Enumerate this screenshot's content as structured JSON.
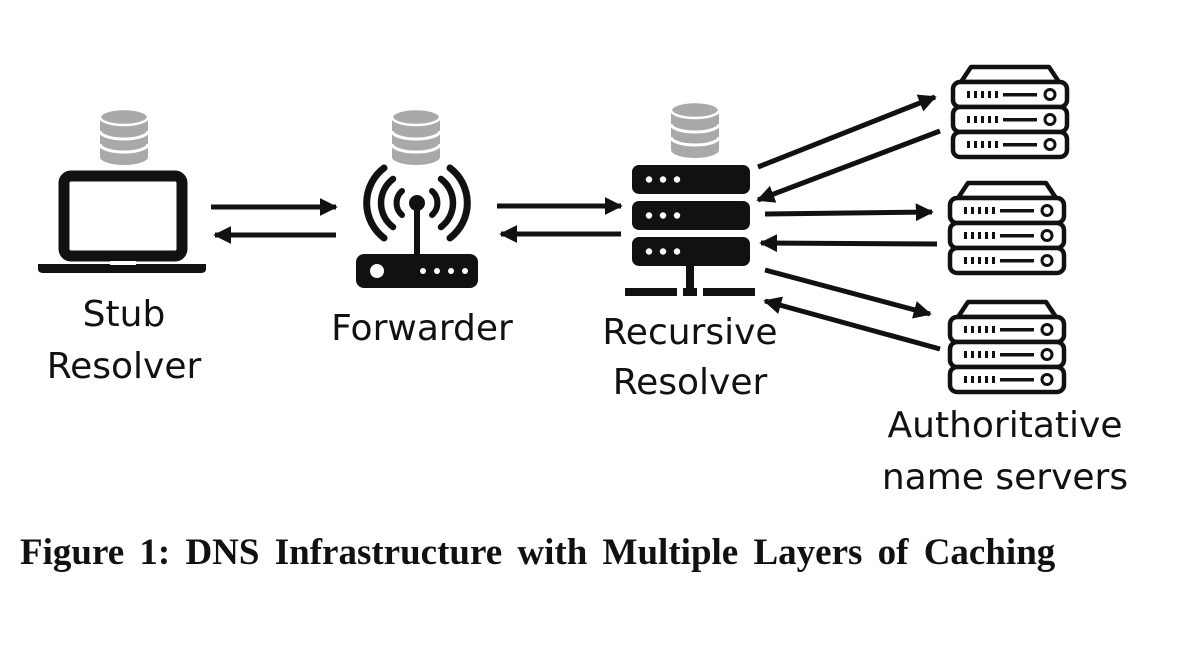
{
  "nodes": {
    "stub_resolver": {
      "label_line1": "Stub",
      "label_line2": "Resolver",
      "icon": "laptop-icon"
    },
    "forwarder": {
      "label": "Forwarder",
      "icon": "wifi-router-icon"
    },
    "recursive_resolver": {
      "label_line1": "Recursive",
      "label_line2": "Resolver",
      "icon": "server-rack-icon"
    },
    "authoritative": {
      "label_line1": "Authoritative",
      "label_line2": "name servers",
      "icon": "server-icon",
      "count": 3
    }
  },
  "cache_icon": "database-icon",
  "colors": {
    "icon_dark": "#111111",
    "cache_gray": "#a9a9a9",
    "background": "#ffffff"
  },
  "caption": "Figure 1: DNS Infrastructure with Multiple Layers of Caching"
}
